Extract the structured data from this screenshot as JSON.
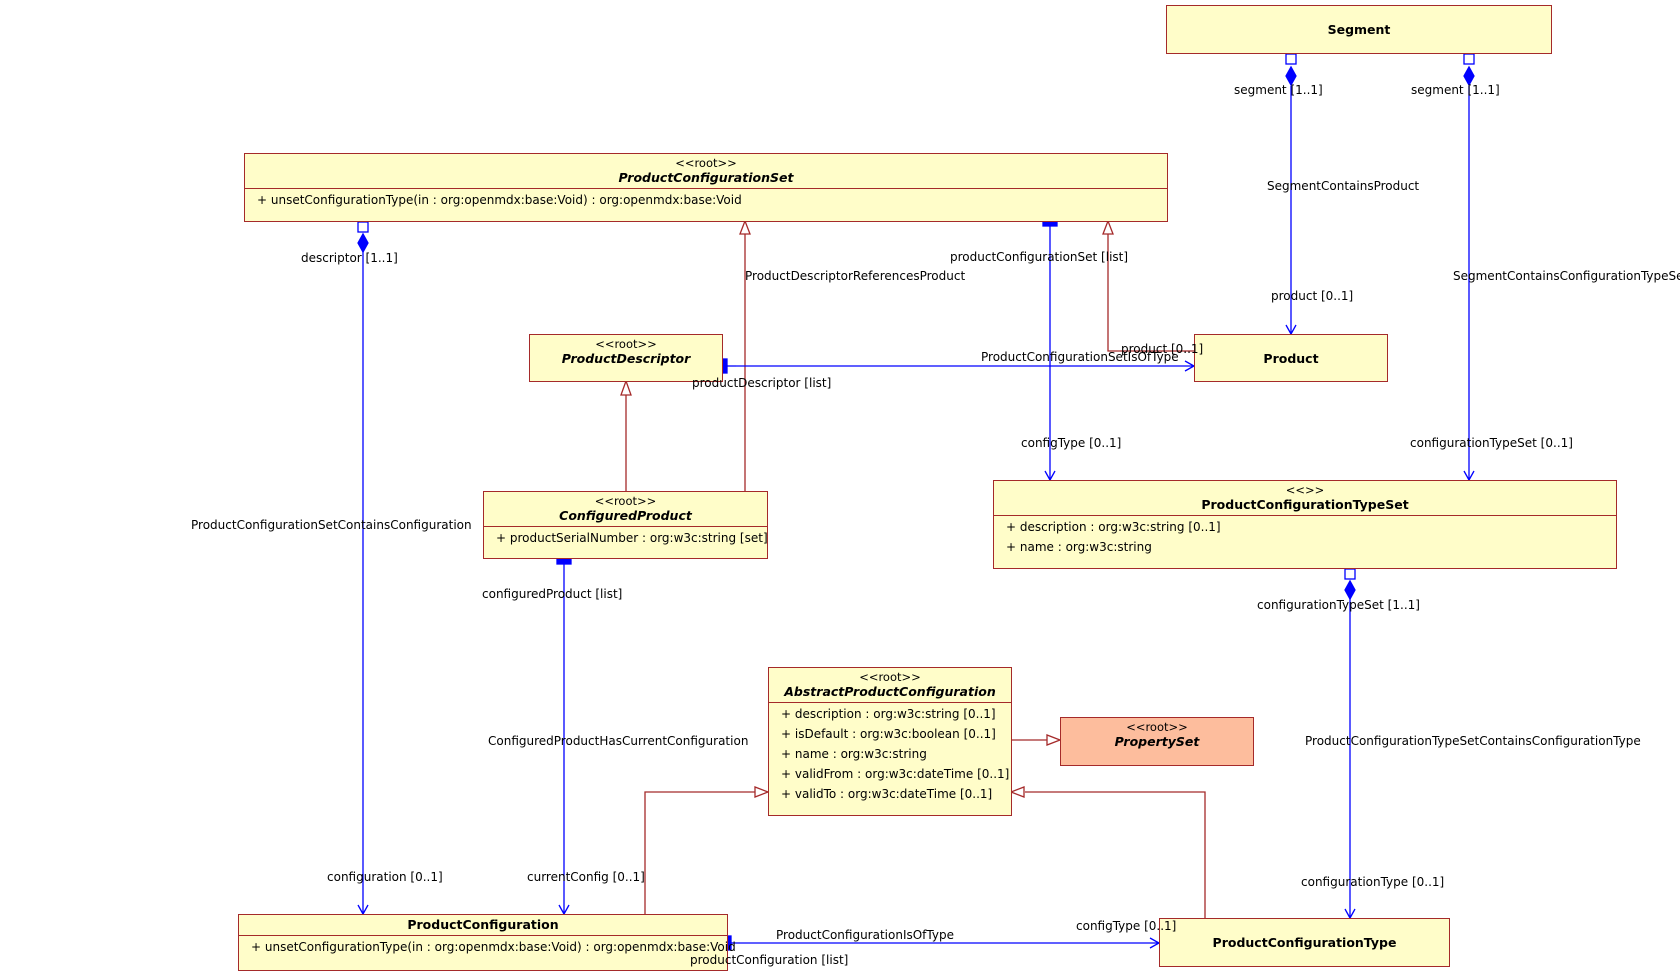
{
  "classes": {
    "segment": {
      "name": "Segment"
    },
    "pcs": {
      "stereotype": "<<root>>",
      "name": "ProductConfigurationSet",
      "ops": [
        "+ unsetConfigurationType(in : org:openmdx:base:Void) : org:openmdx:base:Void"
      ]
    },
    "pdesc": {
      "stereotype": "<<root>>",
      "name": "ProductDescriptor"
    },
    "product": {
      "name": "Product"
    },
    "cprod": {
      "stereotype": "<<root>>",
      "name": "ConfiguredProduct",
      "attrs": [
        "+ productSerialNumber : org:w3c:string [set]"
      ]
    },
    "pcts": {
      "stereotype": "<<>>",
      "name": "ProductConfigurationTypeSet",
      "attrs": [
        "+ description : org:w3c:string [0..1]",
        "+ name : org:w3c:string"
      ]
    },
    "apc": {
      "stereotype": "<<root>>",
      "name": "AbstractProductConfiguration",
      "attrs": [
        "+ description : org:w3c:string [0..1]",
        "+ isDefault : org:w3c:boolean [0..1]",
        "+ name : org:w3c:string",
        "+ validFrom : org:w3c:dateTime [0..1]",
        "+ validTo : org:w3c:dateTime [0..1]"
      ]
    },
    "pset": {
      "stereotype": "<<root>>",
      "name": "PropertySet"
    },
    "pc": {
      "name": "ProductConfiguration",
      "ops": [
        "+ unsetConfigurationType(in : org:openmdx:base:Void) : org:openmdx:base:Void"
      ]
    },
    "pct": {
      "name": "ProductConfigurationType"
    }
  },
  "labels": {
    "seg_role1": "segment [1..1]",
    "seg_role2": "segment [1..1]",
    "assoc_seg_product": "SegmentContainsProduct",
    "assoc_seg_cts": "SegmentContainsConfigurationTypeSet",
    "product_role": "product [0..1]",
    "cts_role": "configurationTypeSet [0..1]",
    "descriptor_role": "descriptor [1..1]",
    "pdrp": "ProductDescriptorReferencesProduct",
    "pcs_role": "productConfigurationSet [list]",
    "product_role2": "product [0..1]",
    "pcsiot": "ProductConfigurationSetIsOfType",
    "pd_role": "productDescriptor [list]",
    "configtype_role": "configType [0..1]",
    "pcscc": "ProductConfigurationSetContainsConfiguration",
    "cp_role": "configuredProduct [list]",
    "ctset_role": "configurationTypeSet [1..1]",
    "cphcc": "ConfiguredProductHasCurrentConfiguration",
    "pctscct": "ProductConfigurationTypeSetContainsConfigurationType",
    "configuration_role": "configuration [0..1]",
    "currentconfig_role": "currentConfig [0..1]",
    "configurationtype_role": "configurationType [0..1]",
    "pciot": "ProductConfigurationIsOfType",
    "configtype_role2": "configType [0..1]",
    "pc_role": "productConfiguration [list]"
  },
  "colors": {
    "class_fill": "#fffdc9",
    "class_border": "#a52a2a",
    "assoc_line": "#0000ff",
    "generalization_line": "#a52a2a",
    "propertyset_fill": "#fdbd9d"
  }
}
